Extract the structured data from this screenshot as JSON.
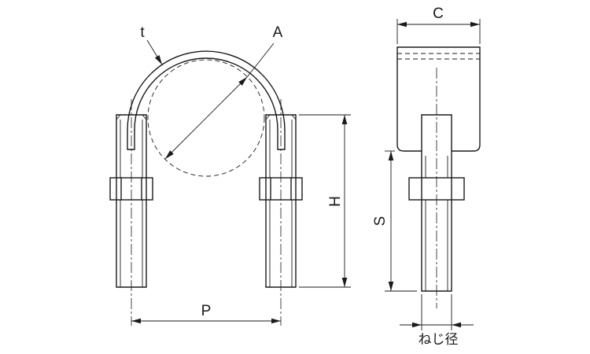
{
  "drawing": {
    "labels": {
      "thickness": "t",
      "pipe_diameter": "A",
      "band_width": "C",
      "height": "H",
      "thread_length": "S",
      "pitch": "P",
      "thread_diameter": "ねじ径"
    },
    "colors": {
      "line": "#1a1a1a",
      "background": "#ffffff"
    }
  }
}
